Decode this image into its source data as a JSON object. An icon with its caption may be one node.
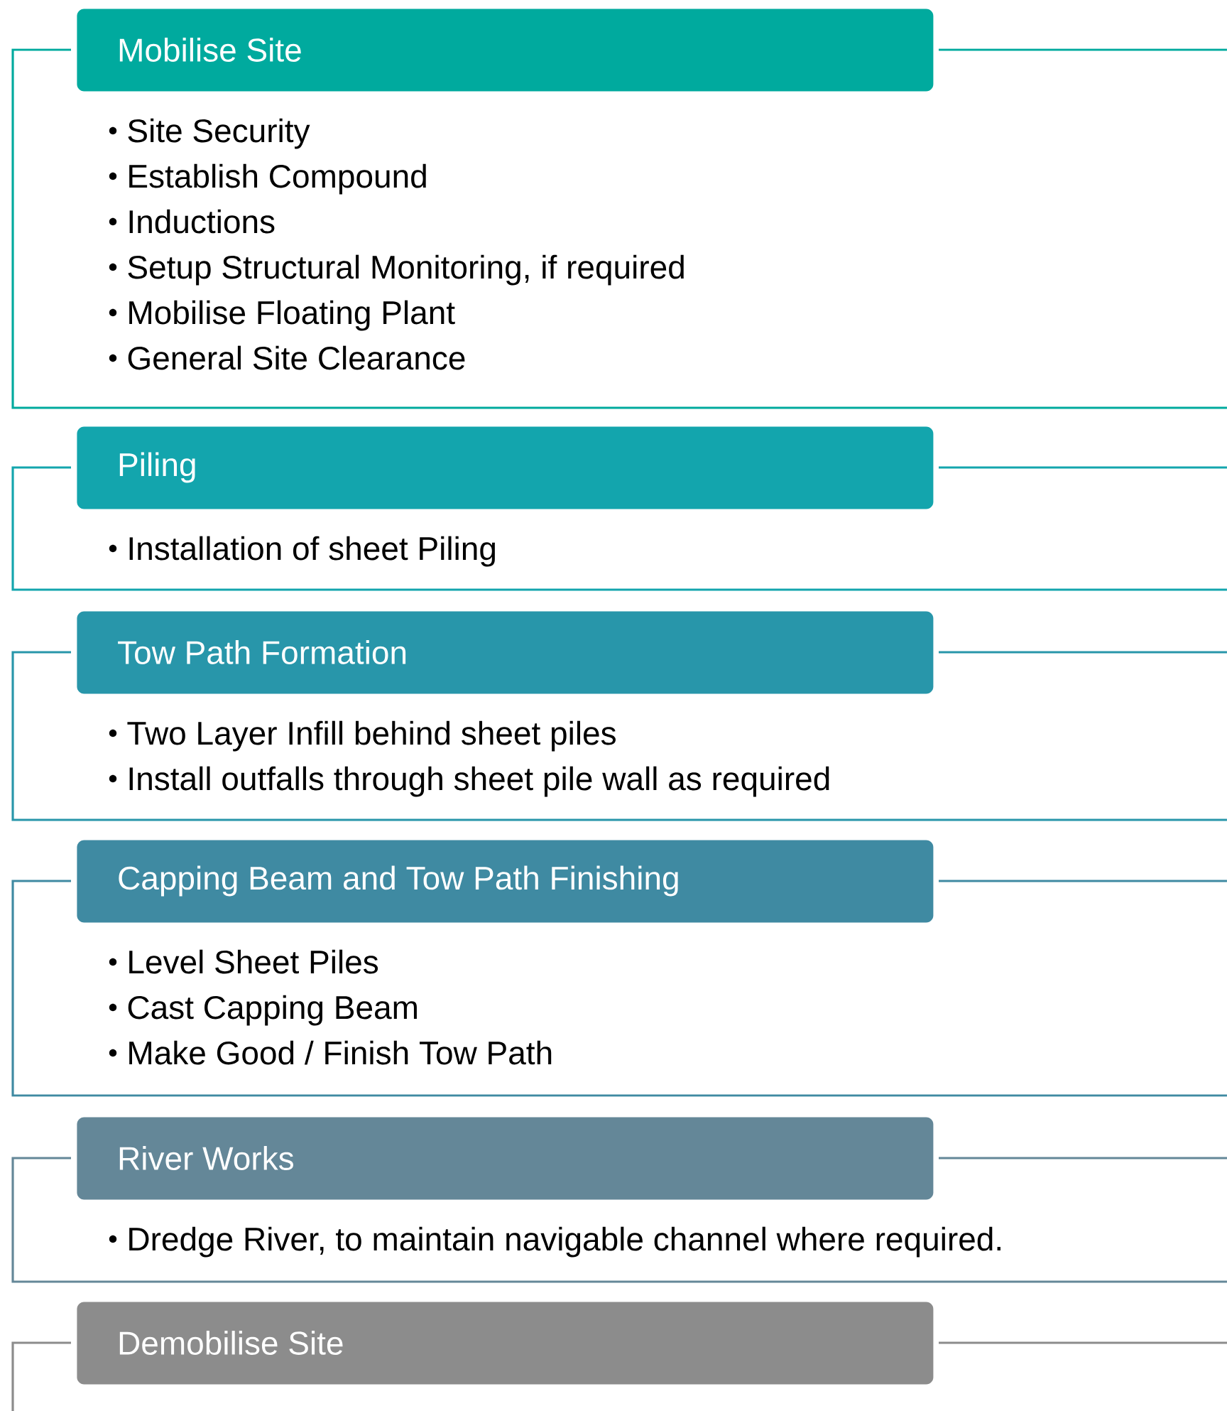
{
  "diagram": {
    "nodes": [
      {
        "text": [
          "Mobilise Site",
          "Site Security",
          "Establish Compound",
          "Inductions",
          "Setup Structural Monitoring, if required",
          "Mobilise Floating Plant",
          "General Site Clearance"
        ]
      },
      {
        "text": [
          "Piling",
          "Installation of sheet Piling"
        ]
      },
      {
        "text": [
          "Tow Path Formation",
          "Two Layer Infill behind sheet piles",
          "Install outfalls through sheet pile wall as required"
        ]
      },
      {
        "text": [
          "Capping Beam and Tow Path Finishing",
          "Level Sheet Piles",
          "Cast Capping Beam",
          "Make Good / Finish Tow Path"
        ]
      },
      {
        "text": [
          "River Works",
          "Dredge River, to maintain navigable channel where required."
        ]
      },
      {
        "text": [
          "Demobilise Site"
        ]
      }
    ]
  }
}
